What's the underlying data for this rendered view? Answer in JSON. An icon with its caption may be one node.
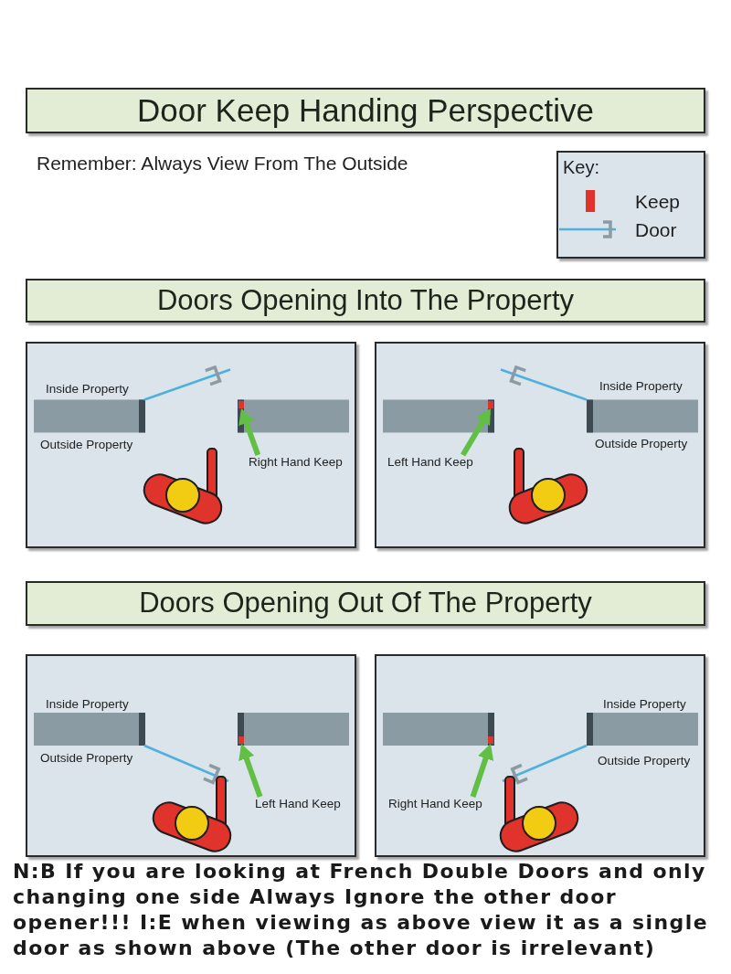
{
  "diagram": {
    "nodes": [
      {
        "text": [
          "Door Keep Handing Perspective"
        ]
      },
      {
        "text": [
          "Doors Opening Into The Property"
        ]
      },
      {
        "text": [],
        "shape": "box"
      },
      {
        "text": [
          "Right Hand Keep"
        ],
        "in": 2
      },
      {
        "text": [],
        "shape": "bar",
        "in": 2
      },
      {
        "text": [],
        "shape": "box"
      },
      {
        "text": [
          "Left Hand Keep"
        ],
        "in": 5
      },
      {
        "text": [],
        "shape": "bar",
        "in": 5
      },
      {
        "text": [
          "Doors Opening Out Of The Property"
        ]
      },
      {
        "text": [],
        "shape": "box"
      },
      {
        "text": [
          "Left Hand Keep"
        ],
        "in": 9
      },
      {
        "text": [],
        "shape": "bar",
        "in": 9
      },
      {
        "text": [],
        "shape": "box"
      },
      {
        "text": [
          "Right Hand Keep"
        ],
        "in": 12
      },
      {
        "text": [],
        "shape": "bar",
        "in": 12
      }
    ],
    "edges": [
      {
        "from": 3,
        "to": 4,
        "arrow": "to"
      },
      {
        "from": 6,
        "to": 7,
        "arrow": "to"
      },
      {
        "from": 10,
        "to": 11,
        "arrow": "to"
      },
      {
        "from": 13,
        "to": 14,
        "arrow": "to"
      }
    ],
    "labels": [
      "Remember: Always View From The Outside",
      "Key:",
      "Inside Property",
      "Outside Property",
      "Inside Property",
      "Outside Property",
      "Inside Property",
      "Outside Property",
      "Inside Property",
      "Outside Property",
      "N:B If you are looking at French Double Doors and only changing one side Always Ignore the other door opener!!! I:E when viewing as above view it as a single door as shown above (The other door is irrelevant)"
    ],
    "legend": [
      {
        "text": "Keep",
        "color": "#e0332b"
      },
      {
        "text": "Door"
      }
    ]
  }
}
